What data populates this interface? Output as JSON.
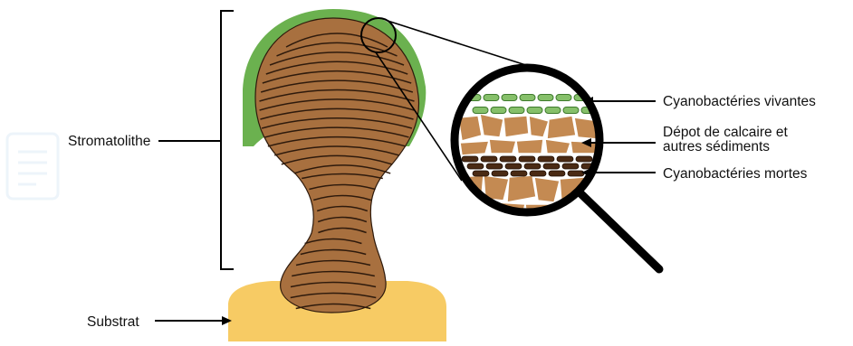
{
  "labels": {
    "stromatolite": "Stromatolithe",
    "substrate": "Substrat",
    "living_cyanobacteria": "Cyanobactéries vivantes",
    "deposit_line1": "Dépot de calcaire et",
    "deposit_line2": "autres sédiments",
    "dead_cyanobacteria": "Cyanobactéries mortes"
  },
  "colors": {
    "stromatolite_fill": "#A8703F",
    "stromatolite_lines": "#2E1A0C",
    "living_mat": "#6BB14F",
    "living_cell_fill": "#86C06A",
    "living_cell_stroke": "#3E7A2C",
    "substrate": "#F7CB64",
    "sediment": "#C48A52",
    "sediment_stroke": "#FFFFFF",
    "dead_cell": "#4A2A14",
    "lens_ring": "#000000"
  },
  "icons": {
    "magnifier": "magnifying-glass-icon",
    "faded_doc": "document-icon"
  }
}
